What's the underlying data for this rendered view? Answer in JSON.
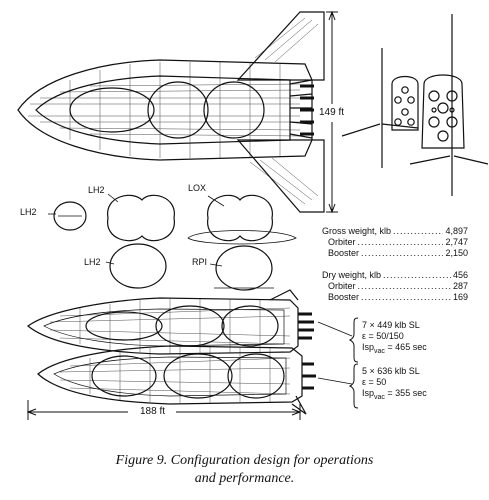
{
  "labels": {
    "lh2_small": "LH2",
    "lh2_top": "LH2",
    "lh2_bottom": "LH2",
    "lox": "LOX",
    "rp1": "RPI"
  },
  "dimensions": {
    "span": "149 ft",
    "length": "188 ft"
  },
  "gross_weight": {
    "heading": "Gross weight, klb",
    "total": "4,897",
    "rows": [
      {
        "name": "Orbiter",
        "value": "2,747"
      },
      {
        "name": "Booster",
        "value": "2,150"
      }
    ]
  },
  "dry_weight": {
    "heading": "Dry weight, klb",
    "total": "456",
    "rows": [
      {
        "name": "Orbiter",
        "value": "287"
      },
      {
        "name": "Booster",
        "value": "169"
      }
    ]
  },
  "orbiter_engines": {
    "line1": "7 × 449 klb SL",
    "line2": "ε = 50/150",
    "isp_prefix": "Isp",
    "isp_sub": "vac",
    "isp_value": " = 465 sec"
  },
  "booster_engines": {
    "line1": "5 × 636 klb SL",
    "line2": "ε = 50",
    "isp_prefix": "Isp",
    "isp_sub": "vac",
    "isp_value": " = 355 sec"
  },
  "caption": {
    "line1": "Figure 9.  Configuration design for operations",
    "line2": "and performance."
  }
}
